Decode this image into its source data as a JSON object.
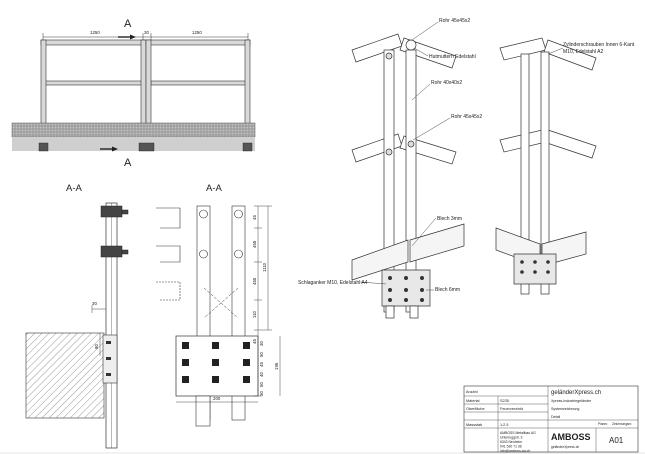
{
  "front_view": {
    "dim_left": "1250",
    "dim_gap": "30",
    "dim_right": "1250",
    "section_top": "A",
    "section_bottom": "A"
  },
  "section_views": {
    "left_title": "A-A",
    "right_title": "A-A",
    "dim_left_30": "30",
    "dim_left_80": "80",
    "dims_vertical": [
      "45",
      "455",
      "1110",
      "455",
      "110",
      "45"
    ],
    "dims_plate": [
      "30",
      "50",
      "45",
      "40",
      "50",
      "30"
    ],
    "dim_195": "195",
    "dim_200": "200"
  },
  "iso_labels": {
    "rohr_top": "Rohr 45x45x2",
    "hutmuttern": "Hutmuttern Edelstahl",
    "rohr_mid": "Rohr 40x40x2",
    "rohr_45": "Rohr 45x45x2",
    "blech_3": "Blech 3mm",
    "schlaganker": "Schlaganker M10, Edelstahl A4",
    "blech_6": "Blech 6mm",
    "zylinder_1": "Zylinderschrauben Innen 6-Kant",
    "zylinder_2": "M10, Edelstahl A2"
  },
  "title_block": {
    "anzahl_label": "Anzahl",
    "material_label": "Material",
    "material_value": "S235",
    "oberflaeche_label": "Oberfläche",
    "oberflaeche_value": "Feuerverzinkt",
    "massstab_label": "Massstab",
    "massstab_value": "1:2.5",
    "site": "geländerXpress.ch",
    "desc_1": "Xpress-Industriegeländer",
    "desc_2": "Systemzeichnung",
    "desc_3": "Detail",
    "company": "AMBOSS Metallbau AG",
    "street": "Unterruggstr. 3",
    "city": "6343 Neuheim",
    "phone": "041 530 71 36",
    "email": "info@amboss-ag.ch",
    "brand": "AMBOSS",
    "brand_sub": "geländerXpress.ch",
    "plan_label": "Plannr.",
    "index_label": "Zeichnungsnr.",
    "drawing_no": "A01"
  }
}
